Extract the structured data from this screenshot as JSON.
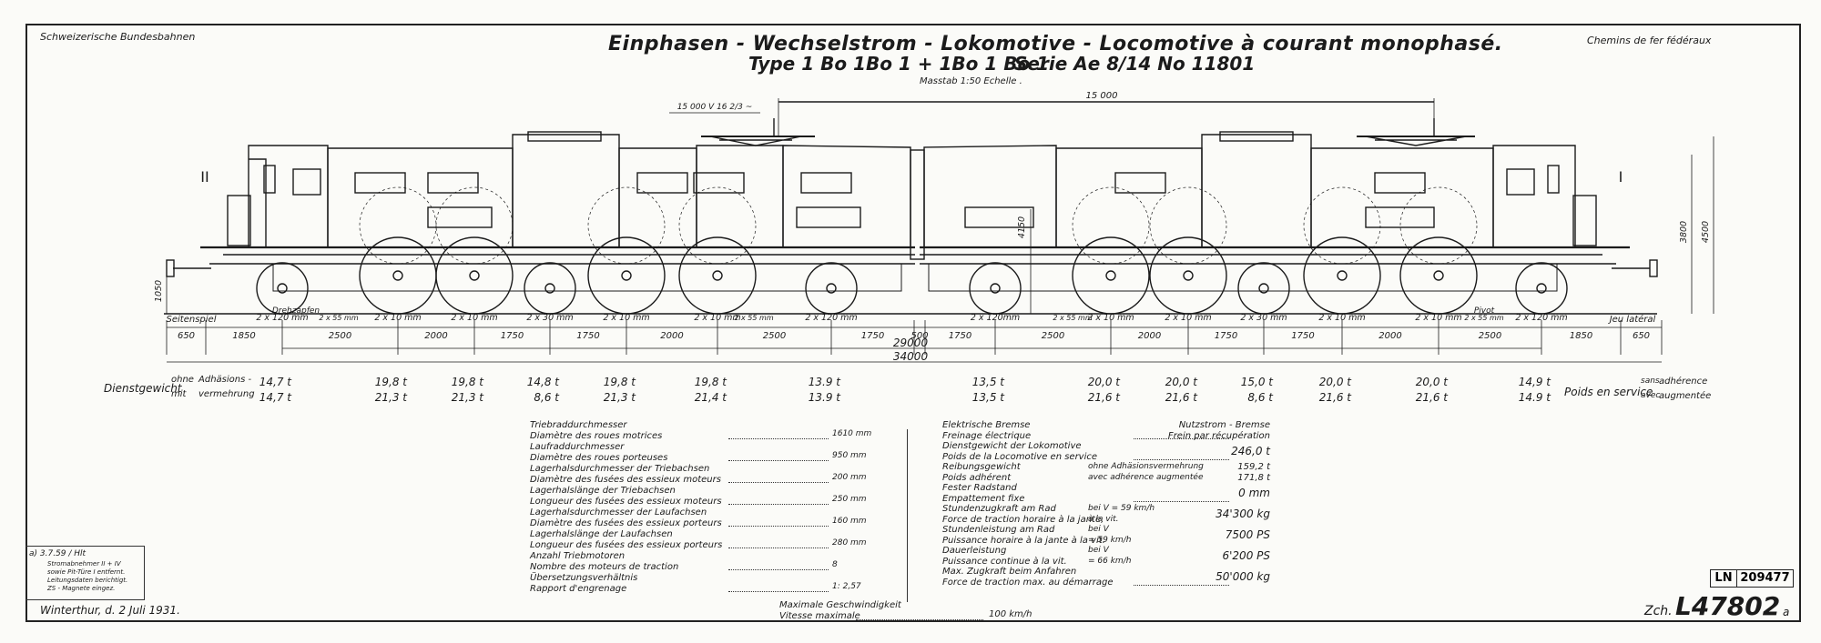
{
  "header": {
    "left": "Schweizerische Bundesbahnen",
    "right": "Chemins de fer fédéraux",
    "title": "Einphasen - Wechselstrom - Lokomotive  - Locomotive à courant monophasé.",
    "type_line": "Type  1 Bo 1Bo 1 + 1Bo 1 Bo 1",
    "serie_line": "Serie Ae 8/14  No 11801",
    "scale": "Masstab 1:50  Echelle ."
  },
  "drawing": {
    "voltage": "15 000 V   16 2/3 ~",
    "top_dim": "15 000",
    "end_left": "II",
    "end_right": "I",
    "drehzapfen": "Drehzapfen",
    "pivot": "Pivot",
    "seitenspiel": "Seitenspiel",
    "jeu_lateral": "Jeu latéral",
    "h_left": "1050",
    "h_4150": "4150",
    "h_3800": "3800",
    "h_4500": "4500",
    "axle_labels": [
      "2 x 120 mm",
      "2 x 10 mm",
      "2 x 10 mm",
      "2 x 30 mm",
      "2 x 10 mm",
      "2 x 10 mm",
      "2 x 120 mm",
      "2 x 120mm",
      "2 x 10 mm",
      "2 x 10 mm",
      "2 x 30 mm",
      "2 x 10 mm",
      "2 x 10 mm",
      "2 x 120 mm"
    ],
    "pivot_labels": [
      "2 x 55 mm",
      "2 x 55 mm",
      "2 x 55 mm",
      "2 x 55 mm"
    ],
    "spacings": [
      "650",
      "1850",
      "2500",
      "2000",
      "1750",
      "1750",
      "2000",
      "2500",
      "1750",
      "500",
      "1750",
      "2500",
      "2000",
      "1750",
      "1750",
      "2000",
      "2500",
      "1850",
      "650"
    ],
    "dim_29000": "29000",
    "dim_34000": "34000"
  },
  "weights": {
    "label_left": "Dienstgewicht",
    "ohne": "ohne",
    "mit": "mit",
    "adh1": "Adhäsions -",
    "adh2": "vermehrung",
    "label_right": "Poids en service",
    "sans": "sans",
    "avec": "avec",
    "adh_fr1": "adhérence",
    "adh_fr2": "augmentée",
    "unit": "t",
    "top": [
      "14,7",
      "19,8",
      "19,8",
      "14,8",
      "19,8",
      "19,8",
      "13.9",
      "13,5",
      "20,0",
      "20,0",
      "15,0",
      "20,0",
      "20,0",
      "14,9"
    ],
    "bottom": [
      "14,7",
      "21,3",
      "21,3",
      "8,6",
      "21,3",
      "21,4",
      "13.9",
      "13,5",
      "21,6",
      "21,6",
      "8,6",
      "21,6",
      "21,6",
      "14.9"
    ]
  },
  "specs_left": [
    {
      "de": "Triebraddurchmesser",
      "fr": "Diamètre des roues motrices",
      "val": "1610 mm"
    },
    {
      "de": "Laufraddurchmesser",
      "fr": "Diamètre des roues porteuses",
      "val": "950 mm"
    },
    {
      "de": "Lagerhalsdurchmesser der Triebachsen",
      "fr": "Diamètre des fusées des essieux moteurs",
      "val": "200 mm"
    },
    {
      "de": "Lagerhalslänge der Triebachsen",
      "fr": "Longueur des fusées des essieux moteurs",
      "val": "250 mm"
    },
    {
      "de": "Lagerhalsdurchmesser der Laufachsen",
      "fr": "Diamètre des fusées des essieux porteurs",
      "val": "160 mm"
    },
    {
      "de": "Lagerhalslänge der Laufachsen",
      "fr": "Longueur des fusées des essieux porteurs",
      "val": "280 mm"
    },
    {
      "de": "Anzahl Triebmotoren",
      "fr": "Nombre des moteurs de traction",
      "val": "8"
    },
    {
      "de": "Übersetzungsverhältnis",
      "fr": "Rapport d'engrenage",
      "val": "1: 2,57"
    }
  ],
  "specs_right": [
    {
      "de": "Elektrische Bremse",
      "fr": "Freinage électrique",
      "mid_de": "",
      "mid_fr": "",
      "val": "Nutzstrom - Bremse",
      "val2": "Frein par récupération"
    },
    {
      "de": "Dienstgewicht der Lokomotive",
      "fr": "Poids de la Locomotive en service",
      "mid_de": "",
      "mid_fr": "",
      "val": "246,0 t",
      "val2": ""
    },
    {
      "de": "Reibungsgewicht",
      "fr": "Poids adhérent",
      "mid_de": "ohne Adhäsionsvermehrung",
      "mid_fr": "avec adhérence augmentée",
      "val": "159,2 t",
      "val2": "171,8 t"
    },
    {
      "de": "Fester Radstand",
      "fr": "Empattement fixe",
      "mid_de": "",
      "mid_fr": "",
      "val": "0 mm",
      "val2": ""
    },
    {
      "de": "Stundenzugkraft am Rad",
      "fr": "Force de traction horaire à la jante,",
      "mid_de": "bei V = 59 km/h",
      "mid_fr": "à la vit.",
      "val": "34'300 kg",
      "val2": ""
    },
    {
      "de": "Stundenleistung am Rad",
      "fr": "Puissance horaire à la jante à la vit.",
      "mid_de": "bei V",
      "mid_fr": "= 59 km/h",
      "val": "7500 PS",
      "val2": ""
    },
    {
      "de": "Dauerleistung",
      "fr": "Puissance continue à la vit.",
      "mid_de": "bei V",
      "mid_fr": "= 66 km/h",
      "val": "6'200 PS",
      "val2": ""
    },
    {
      "de": "Max. Zugkraft beim Anfahren",
      "fr": "Force de traction max. au démarrage",
      "mid_de": "",
      "mid_fr": "",
      "val": "50'000 kg",
      "val2": ""
    }
  ],
  "speed": {
    "de": "Maximale Geschwindigkeit",
    "fr": "Vitesse maximale",
    "val": "100 km/h"
  },
  "revision": {
    "date": "a)  3.7.59 / Hlt",
    "lines": [
      "Stromabnehmer II + IV",
      "sowie Pit-Türe I entfernt.",
      "Leitungsdaten berichtigt.",
      "ZS - Magnete eingez."
    ]
  },
  "footer": {
    "place": "Winterthur, d. 2 Juli 1931.",
    "ln": "LN",
    "ln_no": "209477",
    "zch": "Zch.",
    "drawing_no": "L47802",
    "suffix": "a"
  }
}
